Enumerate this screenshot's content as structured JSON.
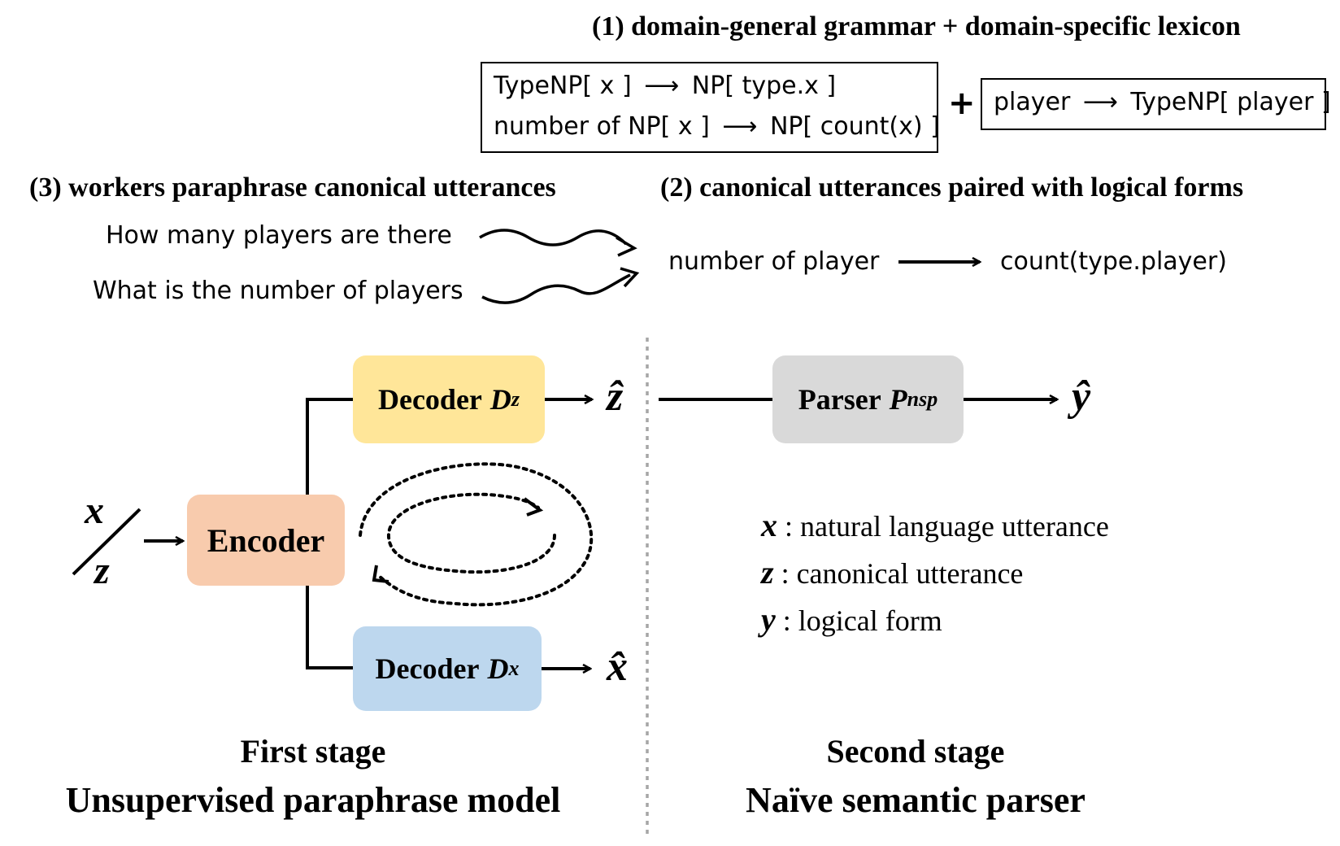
{
  "step1": {
    "heading": "(1) domain-general grammar + domain-specific lexicon",
    "grammar_rules": [
      {
        "lhs": "TypeNP[ x ]",
        "rhs": "NP[ type.x ]"
      },
      {
        "lhs": "number of NP[ x ]",
        "rhs": "NP[ count(x) ]"
      }
    ],
    "plus": "+",
    "lexicon_rule": {
      "lhs": "player",
      "rhs": "TypeNP[ player ]"
    }
  },
  "step3": {
    "heading": "(3) workers paraphrase canonical utterances",
    "paraphrases": [
      "How many players are there",
      "What is the number of players"
    ]
  },
  "step2": {
    "heading": "(2) canonical utterances paired with logical forms",
    "canonical": "number of player",
    "logical_form": "count(type.player)"
  },
  "model": {
    "input_x": "x",
    "input_z": "z",
    "encoder": "Encoder",
    "decoder_z": {
      "label": "Decoder",
      "var": "D",
      "sub": "z"
    },
    "decoder_x": {
      "label": "Decoder",
      "var": "D",
      "sub": "x"
    },
    "output_z": "ẑ",
    "output_x": "x̂",
    "parser": {
      "label": "Parser",
      "var": "P",
      "sub": "nsp"
    },
    "output_y": "ŷ"
  },
  "colors": {
    "encoder": "#f8cbad",
    "decoder_z": "#ffe699",
    "decoder_x": "#bdd7ee",
    "parser": "#d9d9d9",
    "divider": "#a6a6a6"
  },
  "legend": [
    {
      "symbol": "x",
      "text": ": natural language utterance"
    },
    {
      "symbol": "z",
      "text": ": canonical utterance"
    },
    {
      "symbol": "y",
      "text": ": logical form"
    }
  ],
  "stages": {
    "first": {
      "line1": "First stage",
      "line2": "Unsupervised paraphrase model"
    },
    "second": {
      "line1": "Second stage",
      "line2": "Naïve semantic parser"
    }
  }
}
